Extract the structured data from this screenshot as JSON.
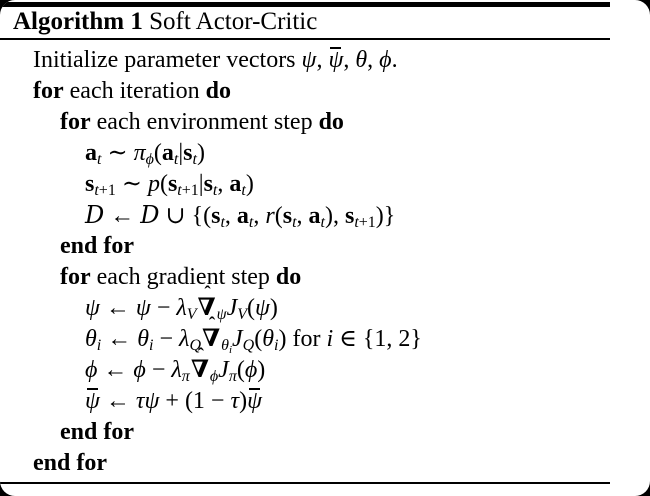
{
  "colors": {
    "page_bg": "#000000",
    "card_bg": "#ffffff",
    "text": "#000000",
    "rule": "#000000"
  },
  "algorithm": {
    "title": {
      "label": "Algorithm 1",
      "name": " Soft Actor-Critic"
    },
    "lines": [
      {
        "indent": 0,
        "segs": [
          {
            "f": "t",
            "s": "Initialize parameter vectors "
          },
          {
            "f": "m",
            "s": "ψ"
          },
          {
            "f": "t",
            "s": ", "
          },
          {
            "f": "bar",
            "s": "ψ"
          },
          {
            "f": "t",
            "s": ", "
          },
          {
            "f": "m",
            "s": "θ"
          },
          {
            "f": "t",
            "s": ", "
          },
          {
            "f": "m",
            "s": "ϕ"
          },
          {
            "f": "t",
            "s": "."
          }
        ]
      },
      {
        "indent": 0,
        "segs": [
          {
            "f": "kw",
            "s": "for"
          },
          {
            "f": "t",
            "s": " each iteration "
          },
          {
            "f": "kw",
            "s": "do"
          }
        ]
      },
      {
        "indent": 1,
        "segs": [
          {
            "f": "kw",
            "s": "for"
          },
          {
            "f": "t",
            "s": " each environment step "
          },
          {
            "f": "kw",
            "s": "do"
          }
        ]
      },
      {
        "indent": 2,
        "segs": [
          {
            "f": "mb",
            "s": "a"
          },
          {
            "f": "ms",
            "s": "t"
          },
          {
            "f": "m",
            "s": " ∼ π"
          },
          {
            "f": "ms",
            "s": "ϕ"
          },
          {
            "f": "m",
            "s": "("
          },
          {
            "f": "mb",
            "s": "a"
          },
          {
            "f": "ms",
            "s": "t"
          },
          {
            "f": "m",
            "s": "|"
          },
          {
            "f": "mb",
            "s": "s"
          },
          {
            "f": "ms",
            "s": "t"
          },
          {
            "f": "m",
            "s": ")"
          }
        ]
      },
      {
        "indent": 2,
        "segs": [
          {
            "f": "mb",
            "s": "s"
          },
          {
            "f": "ms",
            "s": "t+1"
          },
          {
            "f": "m",
            "s": " ∼ p("
          },
          {
            "f": "mb",
            "s": "s"
          },
          {
            "f": "ms",
            "s": "t+1"
          },
          {
            "f": "m",
            "s": "|"
          },
          {
            "f": "mb",
            "s": "s"
          },
          {
            "f": "ms",
            "s": "t"
          },
          {
            "f": "m",
            "s": ", "
          },
          {
            "f": "mb",
            "s": "a"
          },
          {
            "f": "ms",
            "s": "t"
          },
          {
            "f": "m",
            "s": ")"
          }
        ]
      },
      {
        "indent": 2,
        "segs": [
          {
            "f": "cal",
            "s": "D"
          },
          {
            "f": "m",
            "s": " ← "
          },
          {
            "f": "cal",
            "s": "D"
          },
          {
            "f": "m",
            "s": " ∪ {("
          },
          {
            "f": "mb",
            "s": "s"
          },
          {
            "f": "ms",
            "s": "t"
          },
          {
            "f": "m",
            "s": ", "
          },
          {
            "f": "mb",
            "s": "a"
          },
          {
            "f": "ms",
            "s": "t"
          },
          {
            "f": "m",
            "s": ", r("
          },
          {
            "f": "mb",
            "s": "s"
          },
          {
            "f": "ms",
            "s": "t"
          },
          {
            "f": "m",
            "s": ", "
          },
          {
            "f": "mb",
            "s": "a"
          },
          {
            "f": "ms",
            "s": "t"
          },
          {
            "f": "m",
            "s": "), "
          },
          {
            "f": "mb",
            "s": "s"
          },
          {
            "f": "ms",
            "s": "t+1"
          },
          {
            "f": "m",
            "s": ")}"
          }
        ]
      },
      {
        "indent": 1,
        "segs": [
          {
            "f": "kw",
            "s": "end for"
          }
        ]
      },
      {
        "indent": 1,
        "segs": [
          {
            "f": "kw",
            "s": "for"
          },
          {
            "f": "t",
            "s": " each gradient step "
          },
          {
            "f": "kw",
            "s": "do"
          }
        ]
      },
      {
        "indent": 2,
        "segs": [
          {
            "f": "m",
            "s": "ψ ← ψ − λ"
          },
          {
            "f": "ms",
            "s": "V"
          },
          {
            "f": "hat",
            "s": "∇"
          },
          {
            "f": "ms",
            "s": "ψ"
          },
          {
            "f": "m",
            "s": "J"
          },
          {
            "f": "ms",
            "s": "V"
          },
          {
            "f": "m",
            "s": "(ψ)"
          }
        ]
      },
      {
        "indent": 2,
        "segs": [
          {
            "f": "m",
            "s": "θ"
          },
          {
            "f": "ms",
            "s": "i"
          },
          {
            "f": "m",
            "s": " ← θ"
          },
          {
            "f": "ms",
            "s": "i"
          },
          {
            "f": "m",
            "s": " − λ"
          },
          {
            "f": "ms",
            "s": "Q"
          },
          {
            "f": "hat",
            "s": "∇"
          },
          {
            "f": "ms",
            "s": "θ"
          },
          {
            "f": "mss",
            "s": "i"
          },
          {
            "f": "m",
            "s": "J"
          },
          {
            "f": "ms",
            "s": "Q"
          },
          {
            "f": "m",
            "s": "(θ"
          },
          {
            "f": "ms",
            "s": "i"
          },
          {
            "f": "m",
            "s": ") "
          },
          {
            "f": "t",
            "s": "for "
          },
          {
            "f": "m",
            "s": "i ∈ {1, 2}"
          }
        ]
      },
      {
        "indent": 2,
        "segs": [
          {
            "f": "m",
            "s": "ϕ ← ϕ − λ"
          },
          {
            "f": "ms",
            "s": "π"
          },
          {
            "f": "hat",
            "s": "∇"
          },
          {
            "f": "ms",
            "s": "ϕ"
          },
          {
            "f": "m",
            "s": "J"
          },
          {
            "f": "ms",
            "s": "π"
          },
          {
            "f": "m",
            "s": "(ϕ)"
          }
        ]
      },
      {
        "indent": 2,
        "segs": [
          {
            "f": "bar",
            "s": "ψ"
          },
          {
            "f": "m",
            "s": " ← τψ + (1 − τ)"
          },
          {
            "f": "bar",
            "s": "ψ"
          }
        ]
      },
      {
        "indent": 1,
        "segs": [
          {
            "f": "kw",
            "s": "end for"
          }
        ]
      },
      {
        "indent": 0,
        "segs": [
          {
            "f": "kw",
            "s": "end for"
          }
        ]
      }
    ]
  }
}
